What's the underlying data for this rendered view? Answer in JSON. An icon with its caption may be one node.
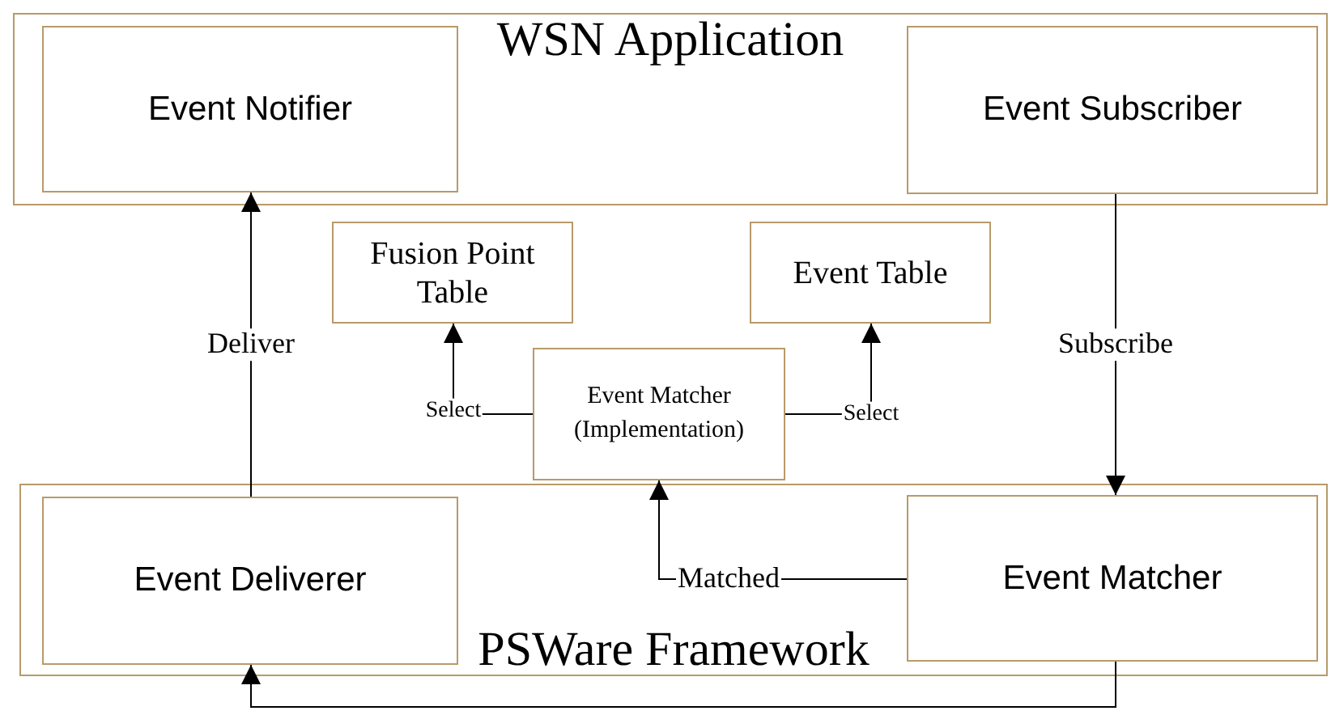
{
  "diagram": {
    "nodes": [
      {
        "text": [
          "WSN Application"
        ]
      },
      {
        "text": [
          "Event Notifier"
        ],
        "in": 0
      },
      {
        "text": [
          "Event Subscriber"
        ],
        "in": 0
      },
      {
        "text": [
          "Fusion Point Table"
        ]
      },
      {
        "text": [
          "Event Table"
        ]
      },
      {
        "text": [
          "Event Matcher (Implementation)"
        ]
      },
      {
        "text": [
          "PSWare Framework"
        ]
      },
      {
        "text": [
          "Event Deliverer"
        ],
        "in": 6
      },
      {
        "text": [
          "Event Matcher"
        ],
        "in": 6
      }
    ],
    "edges": [
      {
        "from": 7,
        "to": 1,
        "arrow": "to",
        "label": "Deliver"
      },
      {
        "from": 2,
        "to": 8,
        "arrow": "to",
        "label": "Subscribe"
      },
      {
        "from": 5,
        "to": 3,
        "arrow": "to",
        "label": "Select"
      },
      {
        "from": 5,
        "to": 4,
        "arrow": "to",
        "label": "Select"
      },
      {
        "from": 8,
        "to": 5,
        "arrow": "to",
        "label": "Matched"
      },
      {
        "from": 8,
        "to": 7,
        "arrow": "to"
      }
    ]
  }
}
